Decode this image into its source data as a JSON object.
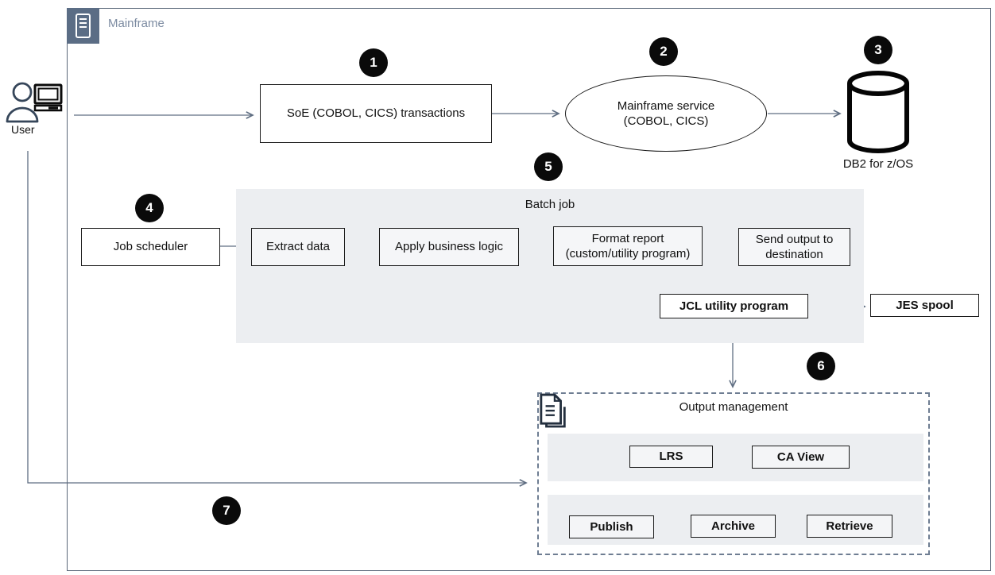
{
  "mainframe": {
    "title": "Mainframe"
  },
  "user": {
    "label": "User"
  },
  "nodes": {
    "soe": {
      "badge": "1",
      "label": "SoE (COBOL, CICS) transactions"
    },
    "service": {
      "badge": "2",
      "label": "Mainframe service (COBOL, CICS)"
    },
    "db": {
      "badge": "3",
      "label": "DB2 for z/OS"
    },
    "scheduler": {
      "badge": "4",
      "label": "Job scheduler"
    },
    "jes": {
      "label": "JES spool"
    }
  },
  "batch": {
    "badge": "5",
    "title": "Batch job",
    "steps": [
      {
        "label": "Extract data"
      },
      {
        "label": "Apply business logic"
      },
      {
        "label": "Format report (custom/utility program)"
      },
      {
        "label": "Send output to destination"
      }
    ],
    "jcl": {
      "label": "JCL utility program"
    }
  },
  "output": {
    "badge": "6",
    "title": "Output management",
    "row1": [
      {
        "label": "LRS"
      },
      {
        "label": "CA View"
      }
    ],
    "row2": [
      {
        "label": "Publish"
      },
      {
        "label": "Archive"
      },
      {
        "label": "Retrieve"
      }
    ]
  },
  "user_flow": {
    "badge": "7"
  },
  "colors": {
    "line": "#5f6e82",
    "container_border": "#5a6779",
    "accent_icon": "#5b6d85",
    "container_label": "#7c8ba1",
    "panel_fill": "#eceef1",
    "node_fill": "#f5f6f8",
    "dashed_border": "#6e7d92",
    "doc_icon": "#232f3e",
    "badge_fill": "#0a0a0a"
  }
}
